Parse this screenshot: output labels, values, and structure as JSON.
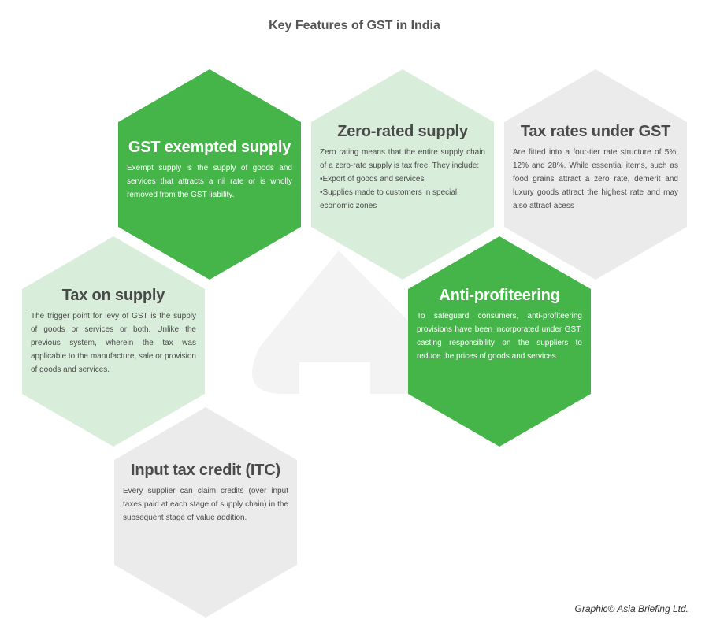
{
  "title": "Key Features of GST in India",
  "colors": {
    "green": "#45b549",
    "light_green": "#d9eeda",
    "gray": "#ebebeb",
    "text": "#4a4a4a"
  },
  "features": {
    "exempted": {
      "heading": "GST exempted supply",
      "body": "Exempt supply is the supply of goods and services that attracts a nil rate or is wholly removed from the GST liability."
    },
    "zero_rated": {
      "heading": "Zero-rated supply",
      "body": "Zero rating means that the entire supply chain of a zero-rate supply is tax free. They include:",
      "bullets": [
        "Export of goods and services",
        "Supplies made to customers in special economic zones"
      ]
    },
    "tax_rates": {
      "heading": "Tax rates under GST",
      "body": "Are fitted into a four-tier rate structure of 5%, 12% and 28%. While essential items, such as food grains attract a zero rate, demerit and luxury goods attract the highest rate and may also attract acess"
    },
    "anti_profiteering": {
      "heading": "Anti-profiteering",
      "body": "To safeguard consumers, anti-profiteering provisions have been incorporated under GST, casting responsibility on the suppliers to reduce the prices of goods and services"
    },
    "tax_on_supply": {
      "heading": "Tax on supply",
      "body": "The trigger point for levy of GST is the supply of goods or services or both. Unlike the previous system, wherein the tax was applicable to the manufacture, sale or provision of goods and services."
    },
    "itc": {
      "heading": "Input tax credit (ITC)",
      "body": "Every supplier can claim credits (over input taxes paid at each stage of supply chain) in the subsequent stage of value addition."
    }
  },
  "footer": "Graphic© Asia Briefing Ltd."
}
